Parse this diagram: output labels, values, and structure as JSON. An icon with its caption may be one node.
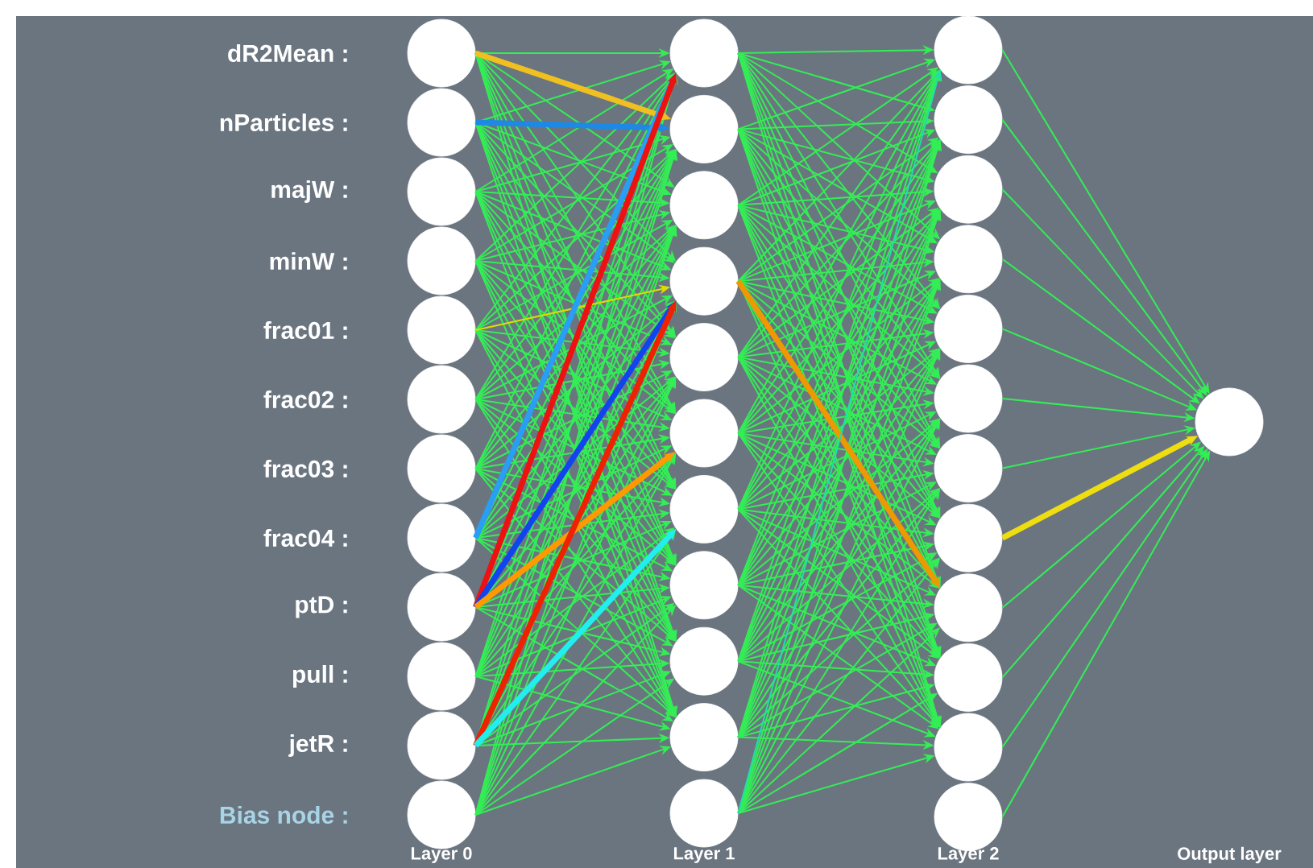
{
  "diagram": {
    "nodes": [
      {
        "text": [],
        "shape": "circle",
        "beside": [
          "dR2Mean :"
        ]
      },
      {
        "text": [],
        "shape": "circle",
        "beside": [
          "nParticles :"
        ]
      },
      {
        "text": [],
        "shape": "circle",
        "beside": [
          "majW :"
        ]
      },
      {
        "text": [],
        "shape": "circle",
        "beside": [
          "minW :"
        ]
      },
      {
        "text": [],
        "shape": "circle",
        "beside": [
          "frac01 :"
        ]
      },
      {
        "text": [],
        "shape": "circle",
        "beside": [
          "frac02 :"
        ]
      },
      {
        "text": [],
        "shape": "circle",
        "beside": [
          "frac03 :"
        ]
      },
      {
        "text": [],
        "shape": "circle",
        "beside": [
          "frac04 :"
        ]
      },
      {
        "text": [],
        "shape": "circle",
        "beside": [
          "ptD :"
        ]
      },
      {
        "text": [],
        "shape": "circle",
        "beside": [
          "pull :"
        ]
      },
      {
        "text": [],
        "shape": "circle",
        "beside": [
          "jetR :"
        ]
      },
      {
        "text": [],
        "shape": "circle",
        "beside": [
          "Bias node :"
        ]
      },
      {
        "text": [],
        "shape": "circle"
      },
      {
        "text": [],
        "shape": "circle"
      },
      {
        "text": [],
        "shape": "circle"
      },
      {
        "text": [],
        "shape": "circle"
      },
      {
        "text": [],
        "shape": "circle"
      },
      {
        "text": [],
        "shape": "circle"
      },
      {
        "text": [],
        "shape": "circle"
      },
      {
        "text": [],
        "shape": "circle"
      },
      {
        "text": [],
        "shape": "circle"
      },
      {
        "text": [],
        "shape": "circle"
      },
      {
        "text": [],
        "shape": "circle"
      },
      {
        "text": [],
        "shape": "circle"
      },
      {
        "text": [],
        "shape": "circle"
      },
      {
        "text": [],
        "shape": "circle"
      },
      {
        "text": [],
        "shape": "circle"
      },
      {
        "text": [],
        "shape": "circle"
      },
      {
        "text": [],
        "shape": "circle"
      },
      {
        "text": [],
        "shape": "circle"
      },
      {
        "text": [],
        "shape": "circle"
      },
      {
        "text": [],
        "shape": "circle"
      },
      {
        "text": [],
        "shape": "circle"
      },
      {
        "text": [],
        "shape": "circle"
      },
      {
        "text": [],
        "shape": "circle"
      },
      {
        "text": [],
        "shape": "circle"
      }
    ],
    "edges": [
      {
        "from": 0,
        "to": 12,
        "arrow": "to"
      },
      {
        "from": 0,
        "to": 13,
        "arrow": "to",
        "style": "thick",
        "color": "#f0c020"
      },
      {
        "from": 0,
        "to": 14,
        "arrow": "to"
      },
      {
        "from": 0,
        "to": 15,
        "arrow": "to"
      },
      {
        "from": 0,
        "to": 16,
        "arrow": "to"
      },
      {
        "from": 0,
        "to": 17,
        "arrow": "to"
      },
      {
        "from": 0,
        "to": 18,
        "arrow": "to"
      },
      {
        "from": 0,
        "to": 19,
        "arrow": "to"
      },
      {
        "from": 0,
        "to": 20,
        "arrow": "to"
      },
      {
        "from": 0,
        "to": 21,
        "arrow": "to"
      },
      {
        "from": 1,
        "to": 12,
        "arrow": "to"
      },
      {
        "from": 1,
        "to": 13,
        "arrow": "to",
        "style": "thick",
        "color": "#1e88e5"
      },
      {
        "from": 1,
        "to": 14,
        "arrow": "to"
      },
      {
        "from": 1,
        "to": 15,
        "arrow": "to"
      },
      {
        "from": 1,
        "to": 16,
        "arrow": "to"
      },
      {
        "from": 1,
        "to": 17,
        "arrow": "to"
      },
      {
        "from": 1,
        "to": 18,
        "arrow": "to"
      },
      {
        "from": 1,
        "to": 19,
        "arrow": "to"
      },
      {
        "from": 1,
        "to": 20,
        "arrow": "to"
      },
      {
        "from": 1,
        "to": 21,
        "arrow": "to"
      },
      {
        "from": 2,
        "to": 12,
        "arrow": "to"
      },
      {
        "from": 2,
        "to": 13,
        "arrow": "to"
      },
      {
        "from": 2,
        "to": 14,
        "arrow": "to"
      },
      {
        "from": 2,
        "to": 15,
        "arrow": "to"
      },
      {
        "from": 2,
        "to": 16,
        "arrow": "to"
      },
      {
        "from": 2,
        "to": 17,
        "arrow": "to"
      },
      {
        "from": 2,
        "to": 18,
        "arrow": "to"
      },
      {
        "from": 2,
        "to": 19,
        "arrow": "to"
      },
      {
        "from": 2,
        "to": 20,
        "arrow": "to"
      },
      {
        "from": 2,
        "to": 21,
        "arrow": "to"
      },
      {
        "from": 3,
        "to": 12,
        "arrow": "to"
      },
      {
        "from": 3,
        "to": 13,
        "arrow": "to"
      },
      {
        "from": 3,
        "to": 14,
        "arrow": "to"
      },
      {
        "from": 3,
        "to": 15,
        "arrow": "to"
      },
      {
        "from": 3,
        "to": 16,
        "arrow": "to"
      },
      {
        "from": 3,
        "to": 17,
        "arrow": "to"
      },
      {
        "from": 3,
        "to": 18,
        "arrow": "to"
      },
      {
        "from": 3,
        "to": 19,
        "arrow": "to"
      },
      {
        "from": 3,
        "to": 20,
        "arrow": "to"
      },
      {
        "from": 3,
        "to": 21,
        "arrow": "to"
      },
      {
        "from": 4,
        "to": 12,
        "arrow": "to"
      },
      {
        "from": 4,
        "to": 13,
        "arrow": "to"
      },
      {
        "from": 4,
        "to": 14,
        "arrow": "to"
      },
      {
        "from": 4,
        "to": 15,
        "arrow": "to",
        "color": "#dddd00"
      },
      {
        "from": 4,
        "to": 16,
        "arrow": "to"
      },
      {
        "from": 4,
        "to": 17,
        "arrow": "to"
      },
      {
        "from": 4,
        "to": 18,
        "arrow": "to"
      },
      {
        "from": 4,
        "to": 19,
        "arrow": "to"
      },
      {
        "from": 4,
        "to": 20,
        "arrow": "to"
      },
      {
        "from": 4,
        "to": 21,
        "arrow": "to"
      },
      {
        "from": 5,
        "to": 12,
        "arrow": "to"
      },
      {
        "from": 5,
        "to": 13,
        "arrow": "to"
      },
      {
        "from": 5,
        "to": 14,
        "arrow": "to"
      },
      {
        "from": 5,
        "to": 15,
        "arrow": "to"
      },
      {
        "from": 5,
        "to": 16,
        "arrow": "to"
      },
      {
        "from": 5,
        "to": 17,
        "arrow": "to"
      },
      {
        "from": 5,
        "to": 18,
        "arrow": "to"
      },
      {
        "from": 5,
        "to": 19,
        "arrow": "to"
      },
      {
        "from": 5,
        "to": 20,
        "arrow": "to"
      },
      {
        "from": 5,
        "to": 21,
        "arrow": "to"
      },
      {
        "from": 6,
        "to": 12,
        "arrow": "to"
      },
      {
        "from": 6,
        "to": 13,
        "arrow": "to"
      },
      {
        "from": 6,
        "to": 14,
        "arrow": "to"
      },
      {
        "from": 6,
        "to": 15,
        "arrow": "to"
      },
      {
        "from": 6,
        "to": 16,
        "arrow": "to"
      },
      {
        "from": 6,
        "to": 17,
        "arrow": "to"
      },
      {
        "from": 6,
        "to": 18,
        "arrow": "to"
      },
      {
        "from": 6,
        "to": 19,
        "arrow": "to"
      },
      {
        "from": 6,
        "to": 20,
        "arrow": "to"
      },
      {
        "from": 6,
        "to": 21,
        "arrow": "to"
      },
      {
        "from": 7,
        "to": 12,
        "arrow": "to",
        "style": "thick",
        "color": "#2a9df4"
      },
      {
        "from": 7,
        "to": 13,
        "arrow": "to"
      },
      {
        "from": 7,
        "to": 14,
        "arrow": "to"
      },
      {
        "from": 7,
        "to": 15,
        "arrow": "to"
      },
      {
        "from": 7,
        "to": 16,
        "arrow": "to"
      },
      {
        "from": 7,
        "to": 17,
        "arrow": "to"
      },
      {
        "from": 7,
        "to": 18,
        "arrow": "to"
      },
      {
        "from": 7,
        "to": 19,
        "arrow": "to"
      },
      {
        "from": 7,
        "to": 20,
        "arrow": "to"
      },
      {
        "from": 7,
        "to": 21,
        "arrow": "to"
      },
      {
        "from": 8,
        "to": 12,
        "arrow": "to",
        "style": "thick",
        "color": "#ee1111"
      },
      {
        "from": 8,
        "to": 13,
        "arrow": "to"
      },
      {
        "from": 8,
        "to": 14,
        "arrow": "to"
      },
      {
        "from": 8,
        "to": 15,
        "arrow": "to",
        "style": "thick",
        "color": "#1144ee"
      },
      {
        "from": 8,
        "to": 16,
        "arrow": "to"
      },
      {
        "from": 8,
        "to": 17,
        "arrow": "to",
        "style": "thick",
        "color": "#ff9900"
      },
      {
        "from": 8,
        "to": 18,
        "arrow": "to"
      },
      {
        "from": 8,
        "to": 19,
        "arrow": "to"
      },
      {
        "from": 8,
        "to": 20,
        "arrow": "to"
      },
      {
        "from": 8,
        "to": 21,
        "arrow": "to"
      },
      {
        "from": 9,
        "to": 12,
        "arrow": "to"
      },
      {
        "from": 9,
        "to": 13,
        "arrow": "to"
      },
      {
        "from": 9,
        "to": 14,
        "arrow": "to"
      },
      {
        "from": 9,
        "to": 15,
        "arrow": "to"
      },
      {
        "from": 9,
        "to": 16,
        "arrow": "to"
      },
      {
        "from": 9,
        "to": 17,
        "arrow": "to"
      },
      {
        "from": 9,
        "to": 18,
        "arrow": "to"
      },
      {
        "from": 9,
        "to": 19,
        "arrow": "to"
      },
      {
        "from": 9,
        "to": 20,
        "arrow": "to"
      },
      {
        "from": 9,
        "to": 21,
        "arrow": "to"
      },
      {
        "from": 10,
        "to": 12,
        "arrow": "to"
      },
      {
        "from": 10,
        "to": 13,
        "arrow": "to"
      },
      {
        "from": 10,
        "to": 14,
        "arrow": "to"
      },
      {
        "from": 10,
        "to": 15,
        "arrow": "to",
        "style": "thick",
        "color": "#ee2200"
      },
      {
        "from": 10,
        "to": 16,
        "arrow": "to"
      },
      {
        "from": 10,
        "to": 17,
        "arrow": "to"
      },
      {
        "from": 10,
        "to": 18,
        "arrow": "to",
        "style": "thick",
        "color": "#22eeee"
      },
      {
        "from": 10,
        "to": 19,
        "arrow": "to"
      },
      {
        "from": 10,
        "to": 20,
        "arrow": "to"
      },
      {
        "from": 10,
        "to": 21,
        "arrow": "to"
      },
      {
        "from": 11,
        "to": 12,
        "arrow": "to"
      },
      {
        "from": 11,
        "to": 13,
        "arrow": "to"
      },
      {
        "from": 11,
        "to": 14,
        "arrow": "to"
      },
      {
        "from": 11,
        "to": 15,
        "arrow": "to"
      },
      {
        "from": 11,
        "to": 16,
        "arrow": "to"
      },
      {
        "from": 11,
        "to": 17,
        "arrow": "to"
      },
      {
        "from": 11,
        "to": 18,
        "arrow": "to"
      },
      {
        "from": 11,
        "to": 19,
        "arrow": "to"
      },
      {
        "from": 11,
        "to": 20,
        "arrow": "to"
      },
      {
        "from": 11,
        "to": 21,
        "arrow": "to"
      },
      {
        "from": 12,
        "to": 23,
        "arrow": "to"
      },
      {
        "from": 12,
        "to": 24,
        "arrow": "to"
      },
      {
        "from": 12,
        "to": 25,
        "arrow": "to"
      },
      {
        "from": 12,
        "to": 26,
        "arrow": "to"
      },
      {
        "from": 12,
        "to": 27,
        "arrow": "to"
      },
      {
        "from": 12,
        "to": 28,
        "arrow": "to"
      },
      {
        "from": 12,
        "to": 29,
        "arrow": "to"
      },
      {
        "from": 12,
        "to": 30,
        "arrow": "to"
      },
      {
        "from": 12,
        "to": 31,
        "arrow": "to"
      },
      {
        "from": 12,
        "to": 32,
        "arrow": "to"
      },
      {
        "from": 12,
        "to": 33,
        "arrow": "to"
      },
      {
        "from": 13,
        "to": 23,
        "arrow": "to"
      },
      {
        "from": 13,
        "to": 24,
        "arrow": "to"
      },
      {
        "from": 13,
        "to": 25,
        "arrow": "to"
      },
      {
        "from": 13,
        "to": 26,
        "arrow": "to"
      },
      {
        "from": 13,
        "to": 27,
        "arrow": "to"
      },
      {
        "from": 13,
        "to": 28,
        "arrow": "to"
      },
      {
        "from": 13,
        "to": 29,
        "arrow": "to"
      },
      {
        "from": 13,
        "to": 30,
        "arrow": "to"
      },
      {
        "from": 13,
        "to": 31,
        "arrow": "to"
      },
      {
        "from": 13,
        "to": 32,
        "arrow": "to"
      },
      {
        "from": 13,
        "to": 33,
        "arrow": "to"
      },
      {
        "from": 14,
        "to": 23,
        "arrow": "to"
      },
      {
        "from": 14,
        "to": 24,
        "arrow": "to"
      },
      {
        "from": 14,
        "to": 25,
        "arrow": "to"
      },
      {
        "from": 14,
        "to": 26,
        "arrow": "to"
      },
      {
        "from": 14,
        "to": 27,
        "arrow": "to"
      },
      {
        "from": 14,
        "to": 28,
        "arrow": "to"
      },
      {
        "from": 14,
        "to": 29,
        "arrow": "to"
      },
      {
        "from": 14,
        "to": 30,
        "arrow": "to"
      },
      {
        "from": 14,
        "to": 31,
        "arrow": "to"
      },
      {
        "from": 14,
        "to": 32,
        "arrow": "to"
      },
      {
        "from": 14,
        "to": 33,
        "arrow": "to"
      },
      {
        "from": 15,
        "to": 23,
        "arrow": "to"
      },
      {
        "from": 15,
        "to": 24,
        "arrow": "to"
      },
      {
        "from": 15,
        "to": 25,
        "arrow": "to"
      },
      {
        "from": 15,
        "to": 26,
        "arrow": "to"
      },
      {
        "from": 15,
        "to": 27,
        "arrow": "to"
      },
      {
        "from": 15,
        "to": 28,
        "arrow": "to"
      },
      {
        "from": 15,
        "to": 29,
        "arrow": "to"
      },
      {
        "from": 15,
        "to": 30,
        "arrow": "to"
      },
      {
        "from": 15,
        "to": 31,
        "arrow": "to",
        "style": "thick",
        "color": "#ee9900"
      },
      {
        "from": 15,
        "to": 32,
        "arrow": "to"
      },
      {
        "from": 15,
        "to": 33,
        "arrow": "to"
      },
      {
        "from": 16,
        "to": 23,
        "arrow": "to"
      },
      {
        "from": 16,
        "to": 24,
        "arrow": "to"
      },
      {
        "from": 16,
        "to": 25,
        "arrow": "to"
      },
      {
        "from": 16,
        "to": 26,
        "arrow": "to"
      },
      {
        "from": 16,
        "to": 27,
        "arrow": "to"
      },
      {
        "from": 16,
        "to": 28,
        "arrow": "to"
      },
      {
        "from": 16,
        "to": 29,
        "arrow": "to"
      },
      {
        "from": 16,
        "to": 30,
        "arrow": "to"
      },
      {
        "from": 16,
        "to": 31,
        "arrow": "to"
      },
      {
        "from": 16,
        "to": 32,
        "arrow": "to"
      },
      {
        "from": 16,
        "to": 33,
        "arrow": "to"
      },
      {
        "from": 17,
        "to": 23,
        "arrow": "to"
      },
      {
        "from": 17,
        "to": 24,
        "arrow": "to"
      },
      {
        "from": 17,
        "to": 25,
        "arrow": "to"
      },
      {
        "from": 17,
        "to": 26,
        "arrow": "to"
      },
      {
        "from": 17,
        "to": 27,
        "arrow": "to"
      },
      {
        "from": 17,
        "to": 28,
        "arrow": "to"
      },
      {
        "from": 17,
        "to": 29,
        "arrow": "to"
      },
      {
        "from": 17,
        "to": 30,
        "arrow": "to"
      },
      {
        "from": 17,
        "to": 31,
        "arrow": "to"
      },
      {
        "from": 17,
        "to": 32,
        "arrow": "to"
      },
      {
        "from": 17,
        "to": 33,
        "arrow": "to"
      },
      {
        "from": 18,
        "to": 23,
        "arrow": "to"
      },
      {
        "from": 18,
        "to": 24,
        "arrow": "to"
      },
      {
        "from": 18,
        "to": 25,
        "arrow": "to"
      },
      {
        "from": 18,
        "to": 26,
        "arrow": "to"
      },
      {
        "from": 18,
        "to": 27,
        "arrow": "to"
      },
      {
        "from": 18,
        "to": 28,
        "arrow": "to"
      },
      {
        "from": 18,
        "to": 29,
        "arrow": "to"
      },
      {
        "from": 18,
        "to": 30,
        "arrow": "to"
      },
      {
        "from": 18,
        "to": 31,
        "arrow": "to"
      },
      {
        "from": 18,
        "to": 32,
        "arrow": "to"
      },
      {
        "from": 18,
        "to": 33,
        "arrow": "to"
      },
      {
        "from": 19,
        "to": 23,
        "arrow": "to"
      },
      {
        "from": 19,
        "to": 24,
        "arrow": "to"
      },
      {
        "from": 19,
        "to": 25,
        "arrow": "to"
      },
      {
        "from": 19,
        "to": 26,
        "arrow": "to"
      },
      {
        "from": 19,
        "to": 27,
        "arrow": "to"
      },
      {
        "from": 19,
        "to": 28,
        "arrow": "to"
      },
      {
        "from": 19,
        "to": 29,
        "arrow": "to"
      },
      {
        "from": 19,
        "to": 30,
        "arrow": "to"
      },
      {
        "from": 19,
        "to": 31,
        "arrow": "to"
      },
      {
        "from": 19,
        "to": 32,
        "arrow": "to"
      },
      {
        "from": 19,
        "to": 33,
        "arrow": "to"
      },
      {
        "from": 20,
        "to": 23,
        "arrow": "to"
      },
      {
        "from": 20,
        "to": 24,
        "arrow": "to"
      },
      {
        "from": 20,
        "to": 25,
        "arrow": "to"
      },
      {
        "from": 20,
        "to": 26,
        "arrow": "to"
      },
      {
        "from": 20,
        "to": 27,
        "arrow": "to"
      },
      {
        "from": 20,
        "to": 28,
        "arrow": "to"
      },
      {
        "from": 20,
        "to": 29,
        "arrow": "to"
      },
      {
        "from": 20,
        "to": 30,
        "arrow": "to"
      },
      {
        "from": 20,
        "to": 31,
        "arrow": "to"
      },
      {
        "from": 20,
        "to": 32,
        "arrow": "to"
      },
      {
        "from": 20,
        "to": 33,
        "arrow": "to"
      },
      {
        "from": 21,
        "to": 23,
        "arrow": "to"
      },
      {
        "from": 21,
        "to": 24,
        "arrow": "to"
      },
      {
        "from": 21,
        "to": 25,
        "arrow": "to"
      },
      {
        "from": 21,
        "to": 26,
        "arrow": "to"
      },
      {
        "from": 21,
        "to": 27,
        "arrow": "to"
      },
      {
        "from": 21,
        "to": 28,
        "arrow": "to"
      },
      {
        "from": 21,
        "to": 29,
        "arrow": "to"
      },
      {
        "from": 21,
        "to": 30,
        "arrow": "to"
      },
      {
        "from": 21,
        "to": 31,
        "arrow": "to"
      },
      {
        "from": 21,
        "to": 32,
        "arrow": "to"
      },
      {
        "from": 21,
        "to": 33,
        "arrow": "to"
      },
      {
        "from": 22,
        "to": 23,
        "arrow": "to",
        "color": "#22ddaa"
      },
      {
        "from": 22,
        "to": 24,
        "arrow": "to"
      },
      {
        "from": 22,
        "to": 25,
        "arrow": "to"
      },
      {
        "from": 22,
        "to": 26,
        "arrow": "to"
      },
      {
        "from": 22,
        "to": 27,
        "arrow": "to"
      },
      {
        "from": 22,
        "to": 28,
        "arrow": "to"
      },
      {
        "from": 22,
        "to": 29,
        "arrow": "to"
      },
      {
        "from": 22,
        "to": 30,
        "arrow": "to"
      },
      {
        "from": 22,
        "to": 31,
        "arrow": "to"
      },
      {
        "from": 22,
        "to": 32,
        "arrow": "to"
      },
      {
        "from": 22,
        "to": 33,
        "arrow": "to"
      },
      {
        "from": 23,
        "to": 35,
        "arrow": "to"
      },
      {
        "from": 24,
        "to": 35,
        "arrow": "to"
      },
      {
        "from": 25,
        "to": 35,
        "arrow": "to"
      },
      {
        "from": 26,
        "to": 35,
        "arrow": "to"
      },
      {
        "from": 27,
        "to": 35,
        "arrow": "to"
      },
      {
        "from": 28,
        "to": 35,
        "arrow": "to"
      },
      {
        "from": 29,
        "to": 35,
        "arrow": "to"
      },
      {
        "from": 30,
        "to": 35,
        "arrow": "to",
        "style": "thick",
        "color": "#eedd11"
      },
      {
        "from": 31,
        "to": 35,
        "arrow": "to"
      },
      {
        "from": 32,
        "to": 35,
        "arrow": "to"
      },
      {
        "from": 33,
        "to": 35,
        "arrow": "to"
      },
      {
        "from": 34,
        "to": 35,
        "arrow": "to"
      }
    ],
    "labels": [
      "Layer 0",
      "Layer 1",
      "Layer 2",
      "Output layer"
    ]
  }
}
